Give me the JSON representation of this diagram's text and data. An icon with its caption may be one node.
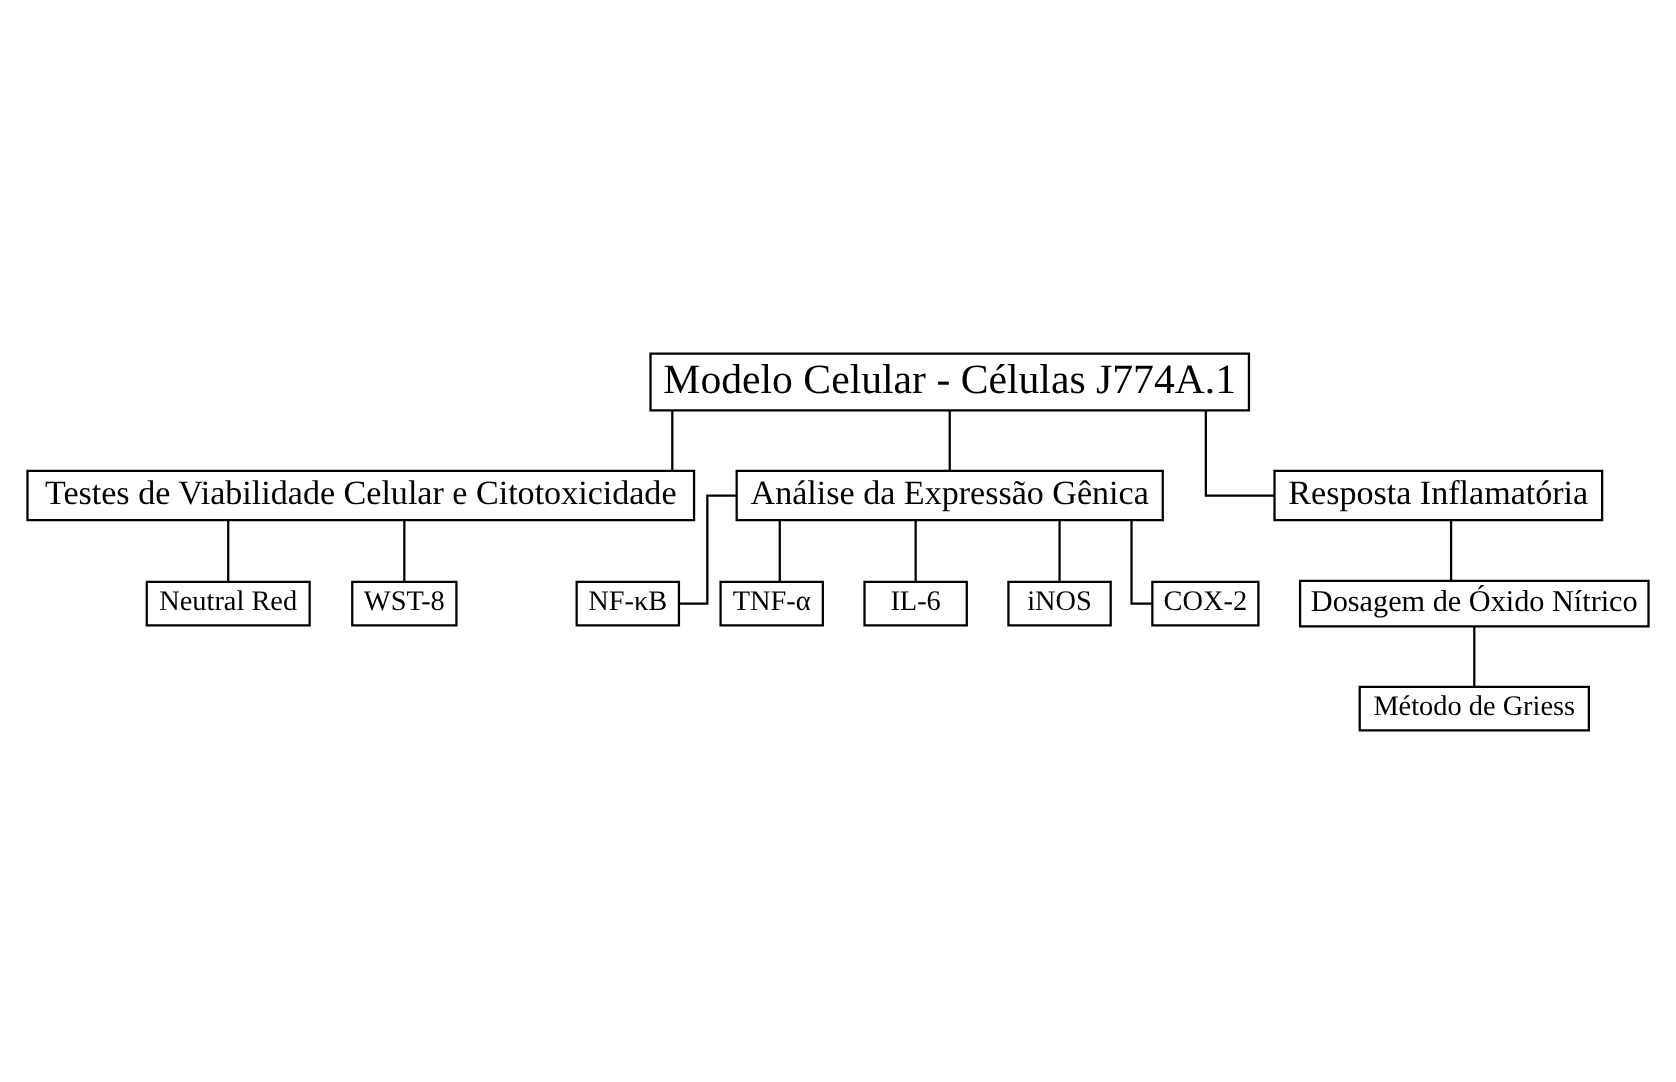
{
  "diagram": {
    "nodes": [
      {
        "text": [
          "Modelo Celular - Células J774A.1"
        ]
      },
      {
        "text": [
          "Testes de Viabilidade Celular e Citotoxicidade"
        ]
      },
      {
        "text": [
          "Neutral Red"
        ]
      },
      {
        "text": [
          "WST-8"
        ]
      },
      {
        "text": [
          "Análise da Expressão Gênica"
        ]
      },
      {
        "text": [
          "NF-κB"
        ]
      },
      {
        "text": [
          "TNF-α"
        ]
      },
      {
        "text": [
          "IL-6"
        ]
      },
      {
        "text": [
          "iNOS"
        ]
      },
      {
        "text": [
          "COX-2"
        ]
      },
      {
        "text": [
          "Resposta Inflamatória"
        ]
      },
      {
        "text": [
          "Dosagem de Óxido Nítrico"
        ]
      },
      {
        "text": [
          "Método de Griess"
        ]
      }
    ],
    "edges": [
      {
        "from": 0,
        "to": 1,
        "arrow": "none"
      },
      {
        "from": 0,
        "to": 4,
        "arrow": "none"
      },
      {
        "from": 0,
        "to": 10,
        "arrow": "none"
      },
      {
        "from": 1,
        "to": 2,
        "arrow": "none"
      },
      {
        "from": 1,
        "to": 3,
        "arrow": "none"
      },
      {
        "from": 4,
        "to": 5,
        "arrow": "none"
      },
      {
        "from": 4,
        "to": 6,
        "arrow": "none"
      },
      {
        "from": 4,
        "to": 7,
        "arrow": "none"
      },
      {
        "from": 4,
        "to": 8,
        "arrow": "none"
      },
      {
        "from": 4,
        "to": 9,
        "arrow": "none"
      },
      {
        "from": 10,
        "to": 11,
        "arrow": "none"
      },
      {
        "from": 11,
        "to": 12,
        "arrow": "none"
      }
    ]
  }
}
